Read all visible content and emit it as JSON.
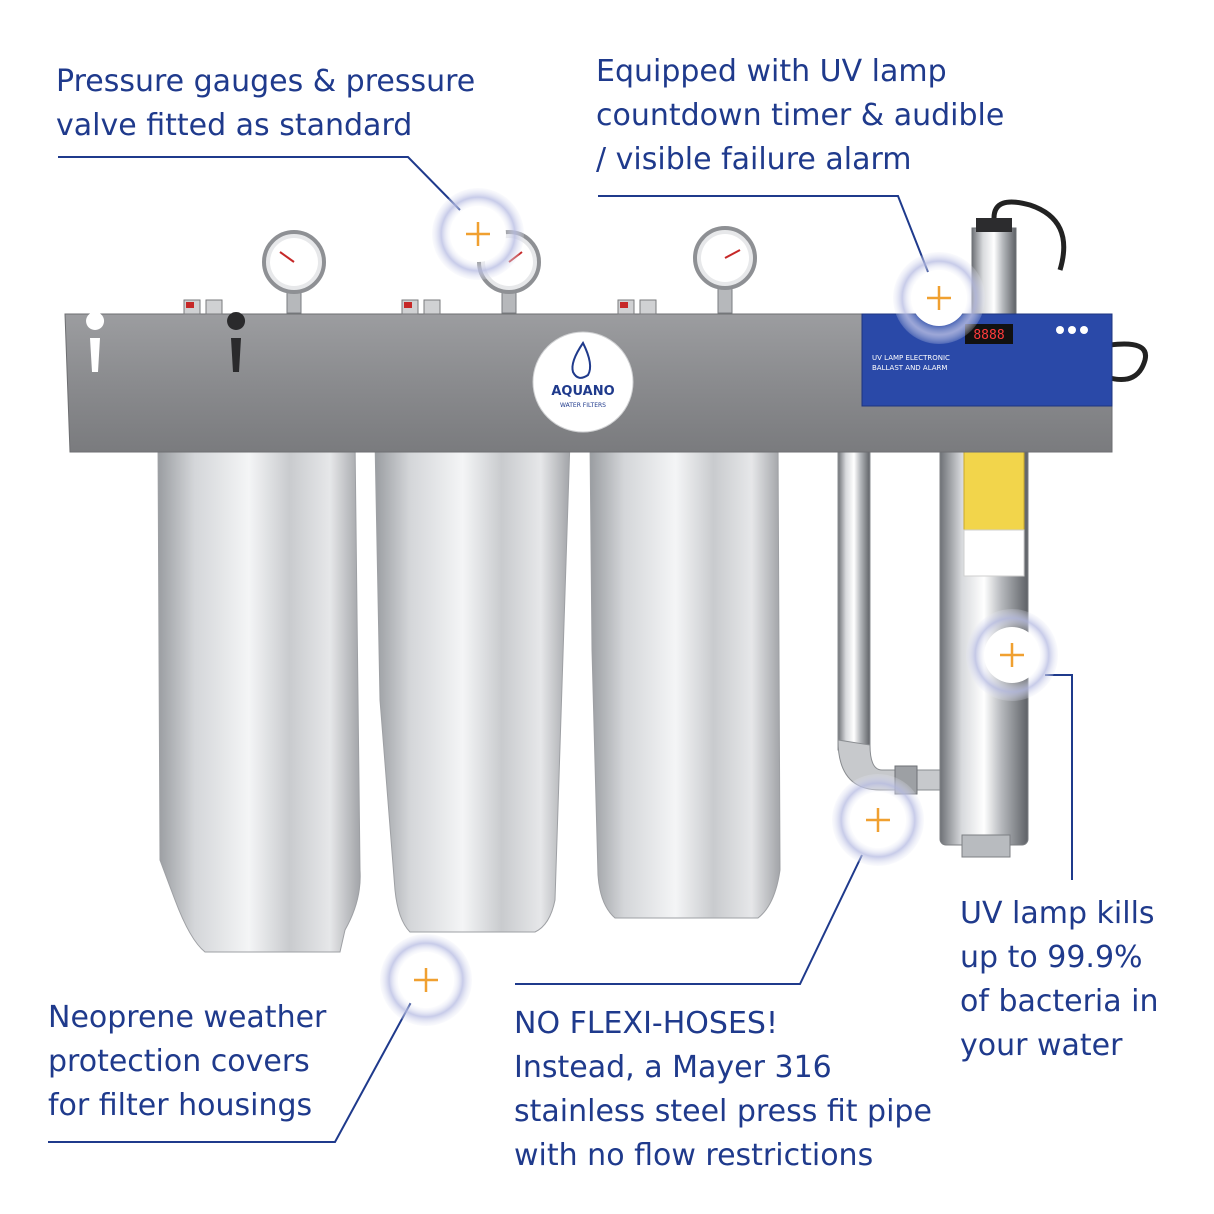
{
  "brand": {
    "name": "AQUANO",
    "tagline": "WATER FILTERS",
    "color": "#1f3a8c"
  },
  "colors": {
    "text": "#1f3a8c",
    "leader_line": "#1f3a8c",
    "hotspot_plus": "#f0a030",
    "hotspot_ring": "#c9cde8",
    "bracket": "#8a8b8e",
    "ballast_panel": "#2a49a8"
  },
  "callouts": {
    "gauges": {
      "lines": [
        "Pressure gauges & pressure",
        "valve fitted as standard"
      ]
    },
    "uv_timer": {
      "lines": [
        "Equipped with UV lamp",
        "countdown timer & audible",
        "/ visible failure alarm"
      ]
    },
    "uv_kills": {
      "lines": [
        "UV lamp kills",
        "up to 99.9%",
        "of bacteria in",
        "your water"
      ]
    },
    "neoprene": {
      "lines": [
        "Neoprene weather",
        "protection covers",
        "for filter housings"
      ]
    },
    "pipe": {
      "lines": [
        "NO FLEXI-HOSES!",
        "Instead, a Mayer 316",
        "stainless steel press fit pipe",
        "with no flow restrictions"
      ]
    }
  },
  "ballast_panel": {
    "title": "UV LAMP ELECTRONIC",
    "subtitle": "BALLAST AND ALARM",
    "display": "8888"
  },
  "icons": [
    "plus-icon",
    "droplet-icon",
    "keyhole-icon"
  ]
}
